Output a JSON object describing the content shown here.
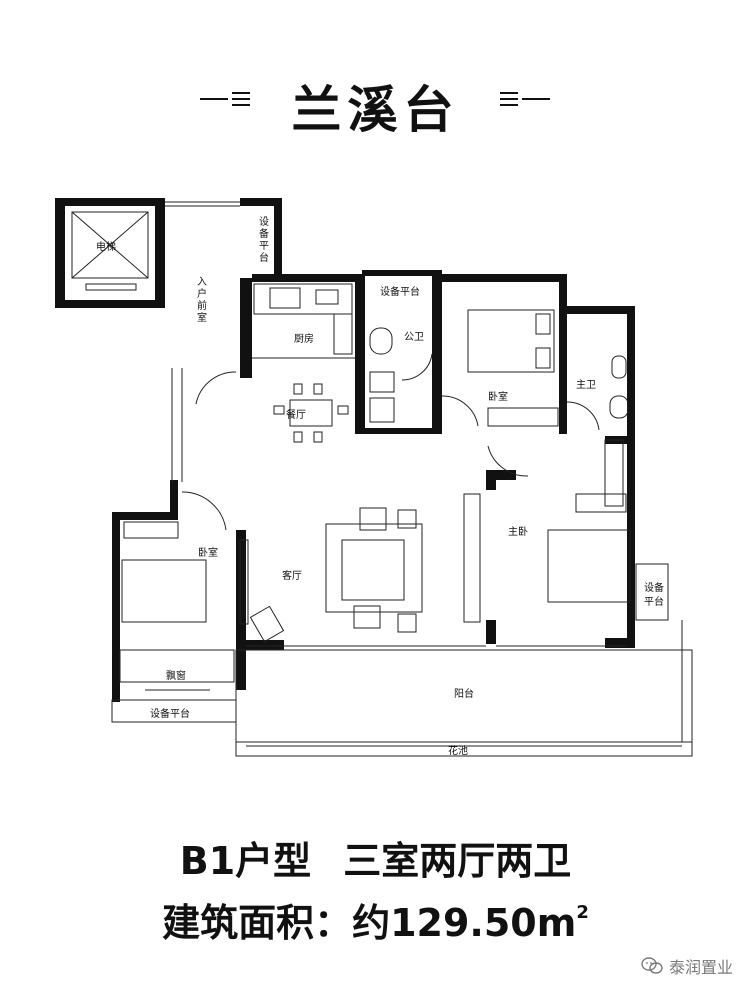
{
  "header": {
    "title": "兰溪台"
  },
  "rooms": {
    "elevator": "电梯",
    "entrance": "入户前室",
    "equip_top_left": "设备平台",
    "kitchen": "厨房",
    "equip_top_mid": "设备平台",
    "public_bath": "公卫",
    "bedroom_top": "卧室",
    "master_bath": "主卫",
    "dining": "餐厅",
    "living": "客厅",
    "master_bedroom": "主卧",
    "bedroom_left": "卧室",
    "bay_window": "飘窗",
    "equip_bottom_left": "设备平台",
    "equip_right": "设备平台",
    "balcony": "阳台",
    "planter": "花池"
  },
  "footer": {
    "type": "B1户型",
    "layout": "三室两厅两卫",
    "area_label": "建筑面积：约129.50m",
    "area_sup": "2"
  },
  "watermark": {
    "text": "泰润置业",
    "icon": "wechat-icon"
  }
}
